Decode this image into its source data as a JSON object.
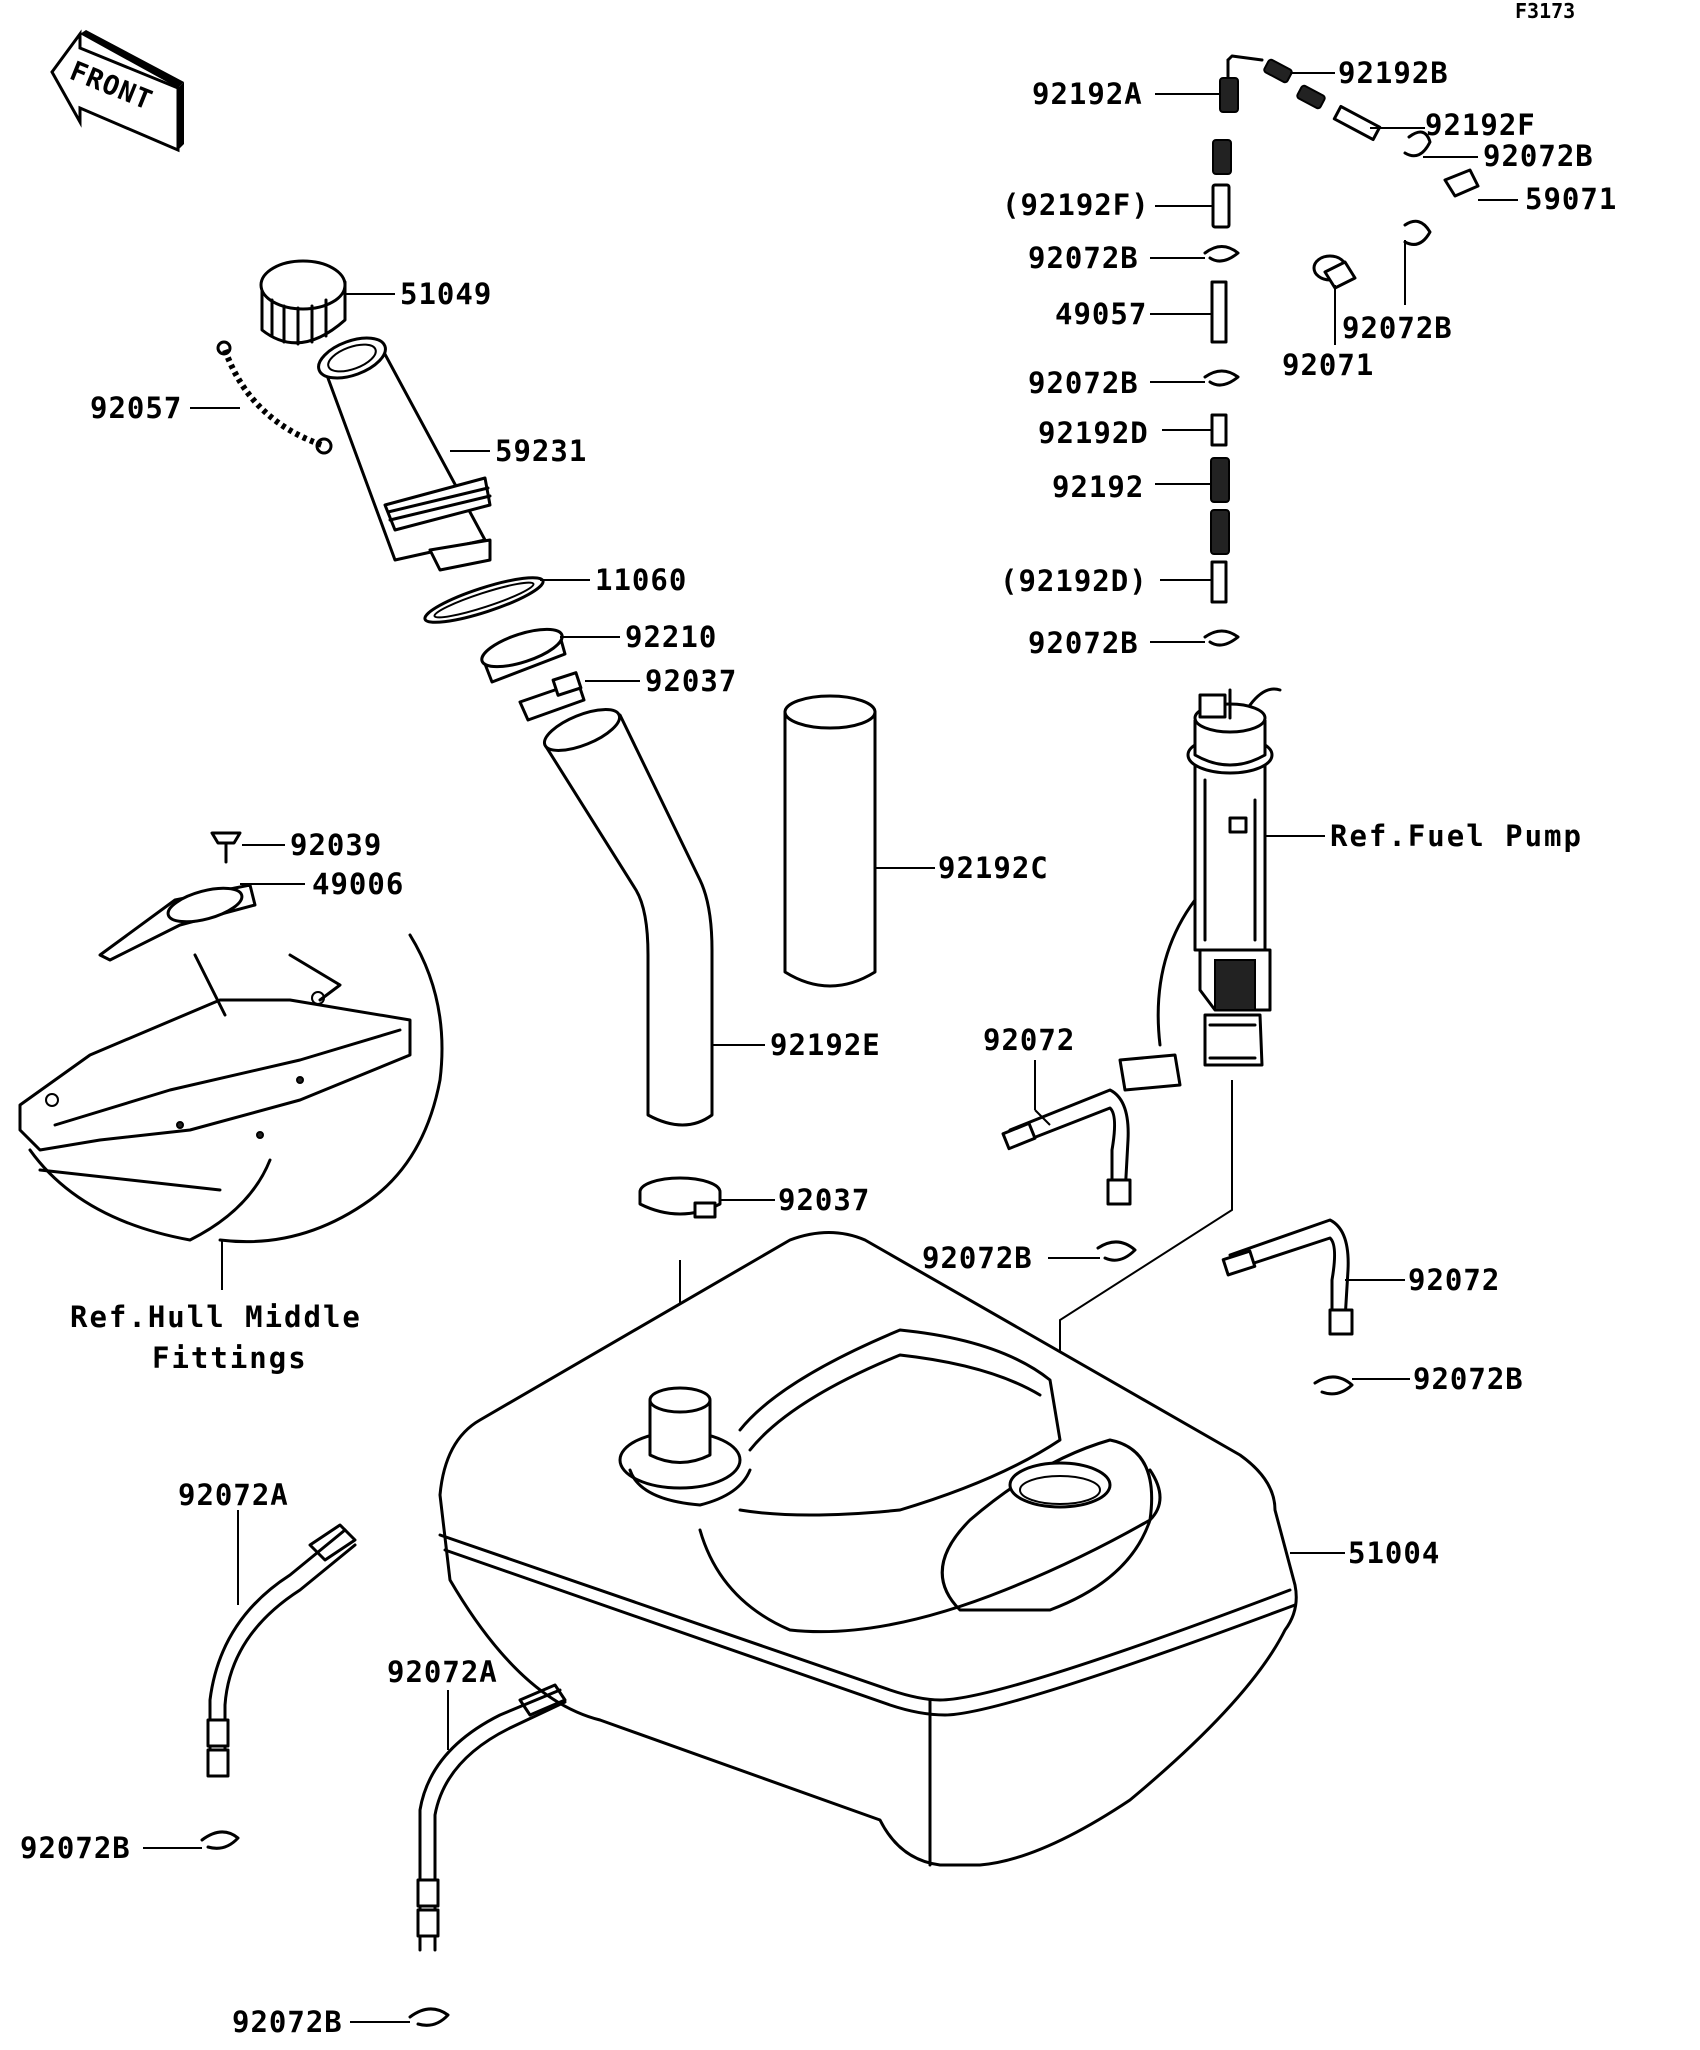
{
  "figure_code": "F3173",
  "front_arrow_label": "FRONT",
  "ref_fuel_pump": "Ref.Fuel Pump",
  "ref_hull_line1": "Ref.Hull Middle",
  "ref_hull_line2": "Fittings",
  "labels": {
    "p92192B_top": "92192B",
    "p92192A": "92192A",
    "p92192F": "92192F",
    "p92072B_r1": "92072B",
    "p59071": "59071",
    "p92192F_paren": "(92192F)",
    "p92072B_c1": "92072B",
    "p49057": "49057",
    "p92072B_r2": "92072B",
    "p92071": "92071",
    "p92072B_c2": "92072B",
    "p92192D": "92192D",
    "p92192": "92192",
    "p92192D_paren": "(92192D)",
    "p92072B_c3": "92072B",
    "p51049": "51049",
    "p92057": "92057",
    "p59231": "59231",
    "p11060": "11060",
    "p92210": "92210",
    "p92037_top": "92037",
    "p92192C": "92192C",
    "p92039": "92039",
    "p49006": "49006",
    "p92192E": "92192E",
    "p92072_mid": "92072",
    "p92037_low": "92037",
    "p92072B_mid": "92072B",
    "p92072_right": "92072",
    "p92072B_right": "92072B",
    "p51004": "51004",
    "p92072A_left": "92072A",
    "p92072A_mid": "92072A",
    "p92072B_bl": "92072B",
    "p92072B_bottom": "92072B"
  }
}
